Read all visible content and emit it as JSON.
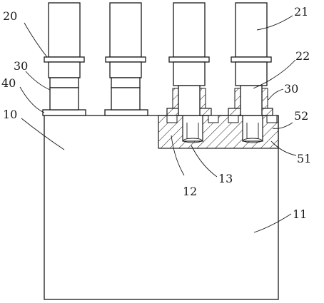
{
  "labels": {
    "l10": "10",
    "l11": "11",
    "l12": "12",
    "l13": "13",
    "l20": "20",
    "l21": "21",
    "l22": "22",
    "l30a": "30",
    "l30b": "30",
    "l40": "40",
    "l51": "51",
    "l52": "52"
  }
}
